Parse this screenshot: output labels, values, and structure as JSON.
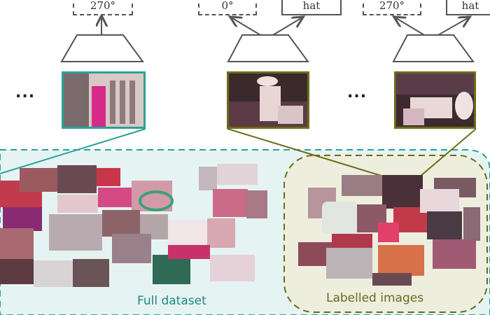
{
  "label_boxes": {
    "left": "270°",
    "middle_rotation": "0°",
    "middle_class": "hat",
    "right_rotation": "270°",
    "right_class": "hat"
  },
  "ellipsis": {
    "left": "...",
    "middle": "..."
  },
  "captions": {
    "full_dataset": "Full dataset",
    "labelled_images": "Labelled images"
  },
  "icons": [
    "encoder-trapezoid",
    "arrow-up",
    "dashed-region"
  ],
  "colors": {
    "teal": "#2aa198",
    "teal_fill": "#e6f3f3",
    "olive": "#6b6b1a",
    "olive_fill": "#eeeede",
    "stroke": "#555555"
  }
}
